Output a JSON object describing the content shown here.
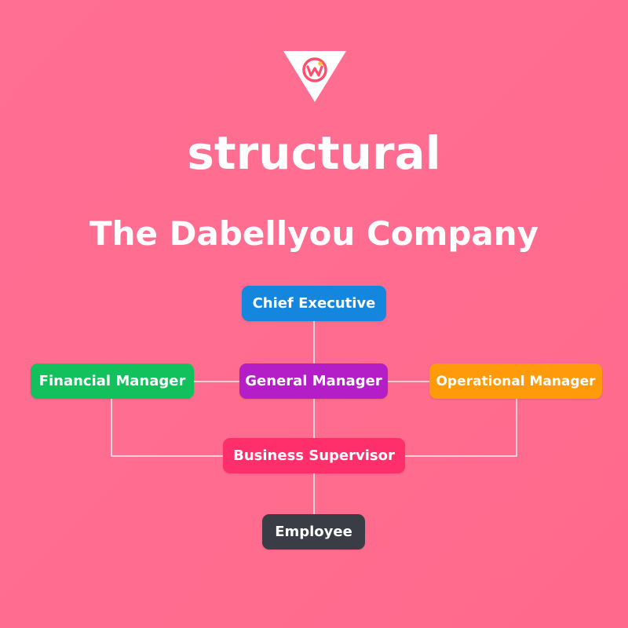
{
  "header": {
    "title": "structural",
    "subtitle": "The Dabellyou Company"
  },
  "colors": {
    "background": "#ff6f93",
    "connector": "#f2f2f2",
    "logo_red": "#ff4f6d",
    "logo_yellow": "#f6c12c"
  },
  "logo": {
    "icon": "triangle-w-logo-icon"
  },
  "nodes": {
    "chief": {
      "label": "Chief Executive",
      "color": "#1486dd"
    },
    "general": {
      "label": "General Manager",
      "color": "#b41ec7"
    },
    "financial": {
      "label": "Financial Manager",
      "color": "#12c15b"
    },
    "operational": {
      "label": "Operational Manager",
      "color": "#ff9a0a"
    },
    "business": {
      "label": "Business Supervisor",
      "color": "#ff2f6c"
    },
    "employee": {
      "label": "Employee",
      "color": "#3a3d45"
    }
  }
}
